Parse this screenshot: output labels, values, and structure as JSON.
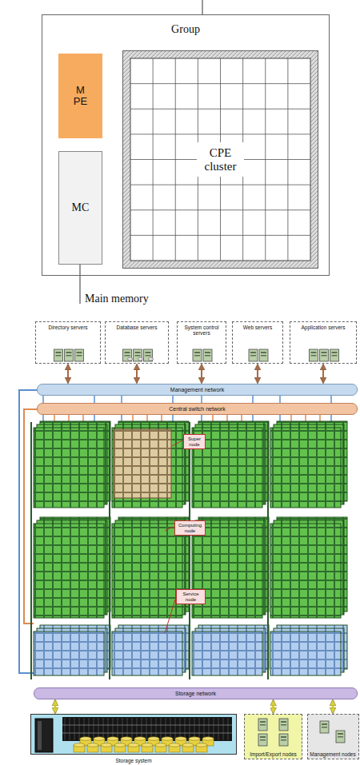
{
  "diagram": {
    "nodes": [
      {
        "text": [
          "Group"
        ]
      },
      {
        "text": [
          "M PE"
        ],
        "in": 0
      },
      {
        "text": [
          "MC"
        ],
        "in": 0
      },
      {
        "text": [
          "CPE cluster"
        ],
        "in": 0
      },
      {
        "text": [
          "Directory servers"
        ]
      },
      {
        "text": [
          "Database servers"
        ]
      },
      {
        "text": [
          "System control servers"
        ]
      },
      {
        "text": [
          "Web servers"
        ]
      },
      {
        "text": [
          "Application servers"
        ]
      },
      {
        "text": [
          "Management network"
        ]
      },
      {
        "text": [
          "Central switch network"
        ]
      },
      {
        "text": [
          "Super node"
        ]
      },
      {
        "text": [
          "Computing node"
        ]
      },
      {
        "text": [
          "Service node"
        ]
      },
      {
        "text": [
          "Storage network"
        ]
      },
      {
        "text": [
          "Storage system"
        ]
      },
      {
        "text": [
          "Import/Export nodes"
        ]
      },
      {
        "text": [
          "Management nodes"
        ]
      }
    ],
    "edges": [
      {
        "from": 4,
        "to": 9,
        "arrow": "both"
      },
      {
        "from": 5,
        "to": 9,
        "arrow": "both"
      },
      {
        "from": 6,
        "to": 9,
        "arrow": "both"
      },
      {
        "from": 7,
        "to": 9,
        "arrow": "both"
      },
      {
        "from": 8,
        "to": 9,
        "arrow": "both"
      },
      {
        "from": 14,
        "to": 15,
        "arrow": "both"
      },
      {
        "from": 14,
        "to": 16,
        "arrow": "both"
      },
      {
        "from": 14,
        "to": 17,
        "arrow": "both"
      }
    ],
    "labels": [
      "Main memory"
    ]
  }
}
